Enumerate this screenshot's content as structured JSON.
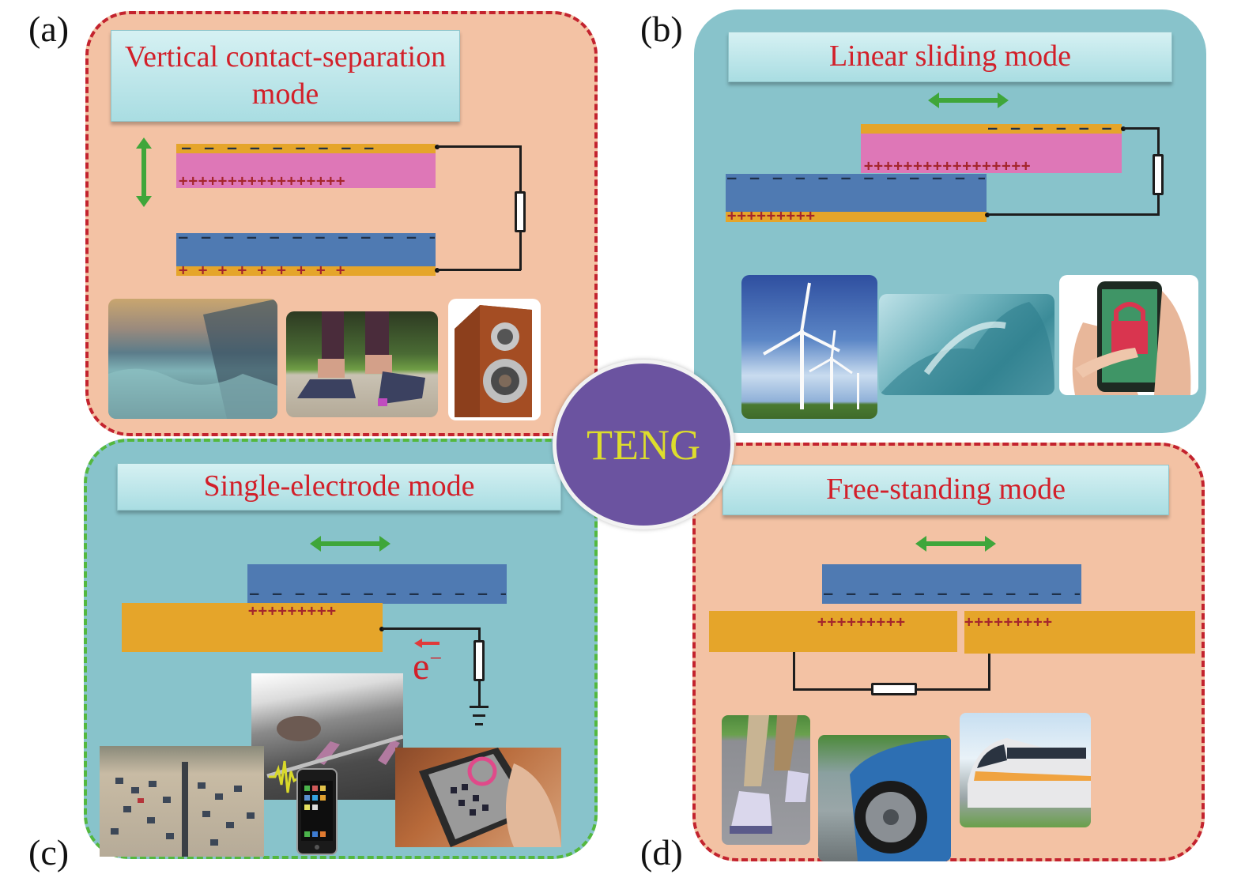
{
  "figure": {
    "center_label": "TENG",
    "panels": [
      {
        "id": "a",
        "label": "(a)",
        "title_line1": "Vertical contact-separation",
        "title_line2": "mode",
        "motion": "vertical-double-arrow",
        "charges": {
          "top_minus": "–  –  –  –  –  –  –  –  –",
          "top_plus": "+++++++++++++++++",
          "bottom_minus": "– – – – – – – – – – – – – – – – – –",
          "bottom_plus": "+   +   +   +   +   +   +   +   +"
        },
        "images": [
          "ocean-waves-photo",
          "walking-shoes-photo",
          "speaker-photo"
        ]
      },
      {
        "id": "b",
        "label": "(b)",
        "title": "Linear sliding mode",
        "motion": "horizontal-double-arrow",
        "charges": {
          "top_minus": "– – – – – – – – –",
          "top_plus": "+++++++++++++++++",
          "bottom_minus": "– – – – – – – – – – – – – – – – – –",
          "bottom_plus": "+++++++++"
        },
        "images": [
          "wind-turbines-photo",
          "ocean-wave-photo",
          "smartphone-lock-photo"
        ]
      },
      {
        "id": "c",
        "label": "(c)",
        "title": "Single-electrode mode",
        "motion": "horizontal-double-arrow",
        "charges": {
          "minus": "– – – – – – – – – – – – – – – – –",
          "plus": "+++++++++"
        },
        "electron_label": "e",
        "electron_sup": "−",
        "images": [
          "highway-traffic-photo",
          "car-tire-road-photo",
          "smartphone-photo",
          "touch-keypad-photo"
        ]
      },
      {
        "id": "d",
        "label": "(d)",
        "title": "Free-standing mode",
        "motion": "horizontal-double-arrow",
        "charges": {
          "minus": "– – – – – – – – – – – – – – – – –",
          "plus_left": "+++++++++",
          "plus_right": "+++++++++"
        },
        "images": [
          "walking-feet-photo",
          "car-wheel-photo",
          "high-speed-train-photo"
        ]
      }
    ],
    "colors": {
      "peach_panel": "#f3c2a4",
      "teal_panel": "#88c3cb",
      "red_dash": "#c3232e",
      "green_dash": "#53b83f",
      "title_text": "#d2202a",
      "teng_circle": "#6b53a0",
      "teng_text": "#dddd2c",
      "electrode_gold": "#e5a52a",
      "dielectric_pink": "#de77b7",
      "dielectric_blue": "#4f7ab2",
      "arrow_green": "#3fa63a"
    }
  }
}
